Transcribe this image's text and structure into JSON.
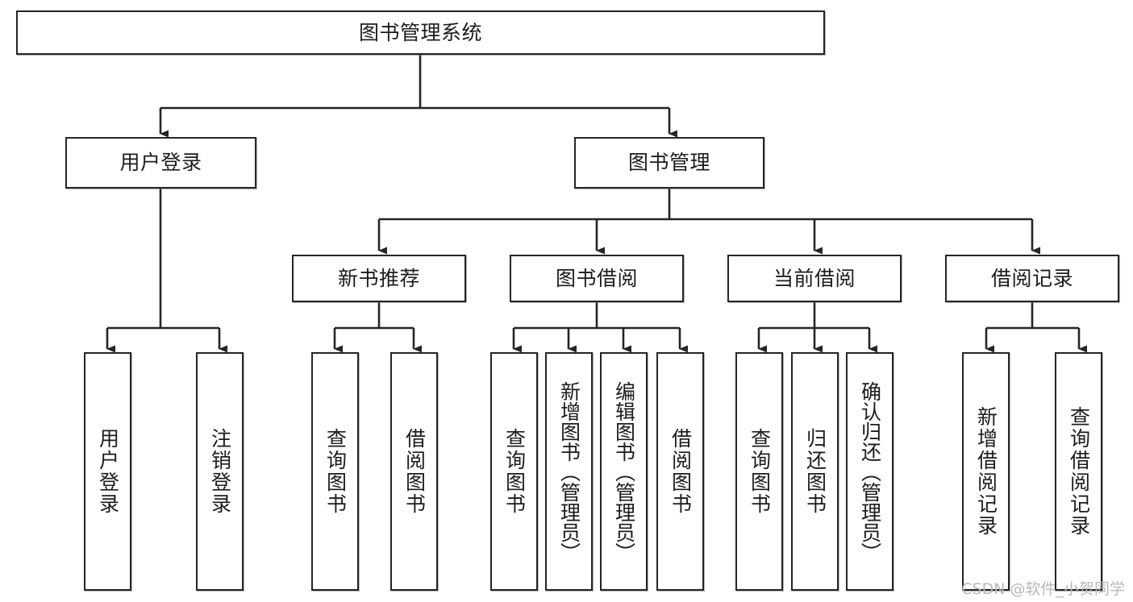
{
  "diagram": {
    "title": "图书管理系统",
    "type": "tree-hierarchy",
    "colors": {
      "node_border": "#252525",
      "node_fill": "#ffffff",
      "edge": "#252525",
      "text": "#1c1c1c",
      "watermark": "#b8b8b8",
      "background": "#ffffff"
    },
    "watermark": "CSDN @软件_小贺同学",
    "nodes": {
      "root": {
        "label": "图书管理系统"
      },
      "level2": [
        {
          "id": "user-login",
          "label": "用户登录"
        },
        {
          "id": "book-management",
          "label": "图书管理"
        }
      ],
      "level3": [
        {
          "id": "new-book-recommend",
          "label": "新书推荐"
        },
        {
          "id": "book-borrow",
          "label": "图书借阅"
        },
        {
          "id": "current-borrow",
          "label": "当前借阅"
        },
        {
          "id": "borrow-record",
          "label": "借阅记录"
        }
      ],
      "leaves": {
        "user_login": [
          {
            "id": "leaf-user-login",
            "label": "用户登录"
          },
          {
            "id": "leaf-logout",
            "label": "注销登录"
          }
        ],
        "new_book_recommend": [
          {
            "id": "leaf-query-book-1",
            "label": "查询图书"
          },
          {
            "id": "leaf-borrow-book-1",
            "label": "借阅图书"
          }
        ],
        "book_borrow": [
          {
            "id": "leaf-query-book-2",
            "label": "查询图书"
          },
          {
            "id": "leaf-add-book",
            "label": "新增图书（管理员）"
          },
          {
            "id": "leaf-edit-book",
            "label": "编辑图书（管理员）"
          },
          {
            "id": "leaf-borrow-book-2",
            "label": "借阅图书"
          }
        ],
        "current_borrow": [
          {
            "id": "leaf-query-book-3",
            "label": "查询图书"
          },
          {
            "id": "leaf-return-book",
            "label": "归还图书"
          },
          {
            "id": "leaf-confirm-return",
            "label": "确认归还（管理员）"
          }
        ],
        "borrow_record": [
          {
            "id": "leaf-add-record",
            "label": "新增借阅记录"
          },
          {
            "id": "leaf-query-record",
            "label": "查询借阅记录"
          }
        ]
      }
    }
  }
}
